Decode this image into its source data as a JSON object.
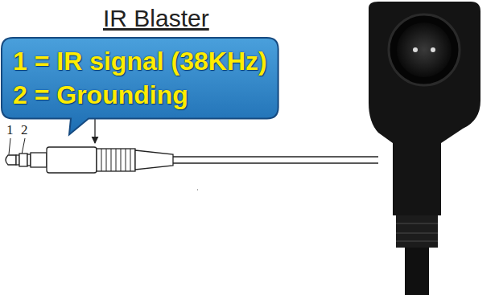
{
  "diagram": {
    "title": "IR Blaster",
    "nodes": [
      {
        "text": [
          "1 = IR signal (38KHz)",
          "2 = Grounding"
        ]
      }
    ],
    "labels": [
      "1",
      "2"
    ]
  }
}
